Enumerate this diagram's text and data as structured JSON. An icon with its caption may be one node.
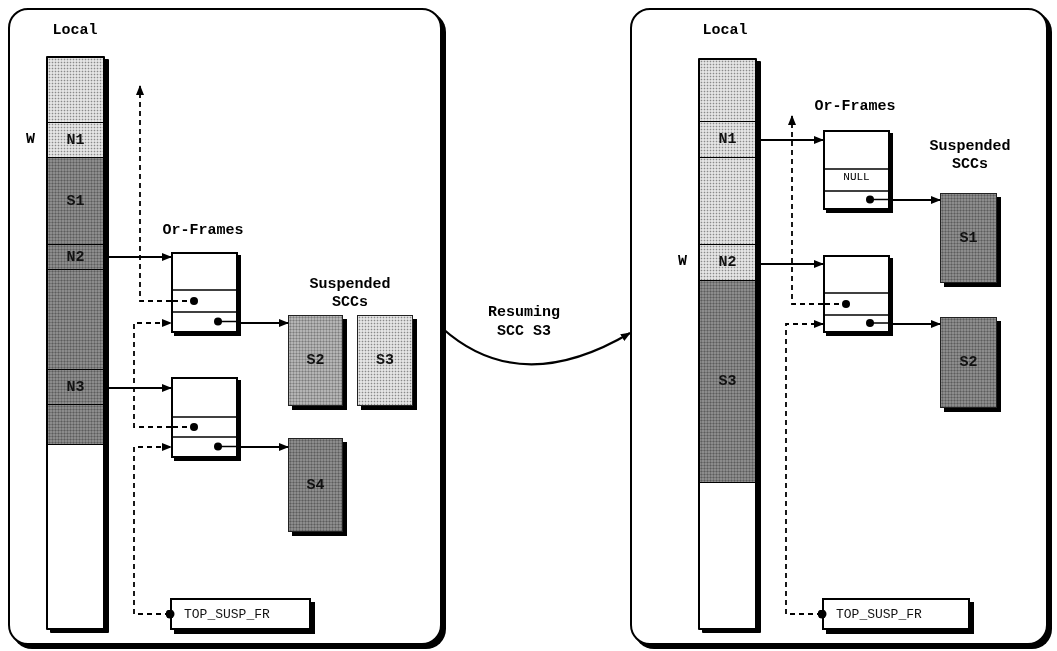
{
  "diagram": {
    "nodes": [
      {
        "text": [],
        "shape": "box"
      },
      {
        "text": [],
        "shape": "bar",
        "in": 0
      },
      {
        "text": [],
        "shape": "box",
        "in": 1
      },
      {
        "text": [
          "N1"
        ],
        "in": 1,
        "beside": [
          "W"
        ]
      },
      {
        "text": [
          "S1"
        ],
        "in": 1
      },
      {
        "text": [
          "N2"
        ],
        "in": 1
      },
      {
        "text": [],
        "shape": "box",
        "in": 1
      },
      {
        "text": [
          "N3"
        ],
        "in": 1
      },
      {
        "text": [],
        "shape": "box",
        "in": 1
      },
      {
        "text": [],
        "shape": "box",
        "in": 0
      },
      {
        "text": [
          "S2"
        ],
        "in": 0
      },
      {
        "text": [
          "S3"
        ],
        "in": 0
      },
      {
        "text": [],
        "shape": "box",
        "in": 0
      },
      {
        "text": [
          "S4"
        ],
        "in": 0
      },
      {
        "text": [
          "TOP_SUSP_FR"
        ],
        "in": 0
      },
      {
        "text": [],
        "shape": "box"
      },
      {
        "text": [],
        "shape": "bar",
        "in": 15
      },
      {
        "text": [],
        "shape": "box",
        "in": 16
      },
      {
        "text": [
          "N1"
        ],
        "in": 16
      },
      {
        "text": [],
        "shape": "box",
        "in": 16
      },
      {
        "text": [
          "N2"
        ],
        "in": 16,
        "beside": [
          "W"
        ]
      },
      {
        "text": [
          "S3"
        ],
        "in": 16
      },
      {
        "text": [
          "NULL"
        ],
        "in": 15
      },
      {
        "text": [
          "S1"
        ],
        "in": 15
      },
      {
        "text": [],
        "shape": "box",
        "in": 15
      },
      {
        "text": [
          "S2"
        ],
        "in": 15
      },
      {
        "text": [
          "TOP_SUSP_FR"
        ],
        "in": 15
      }
    ],
    "edges": [
      {
        "from": 5,
        "to": 9,
        "arrow": "to"
      },
      {
        "from": 7,
        "to": 12,
        "arrow": "to"
      },
      {
        "from": 9,
        "to": 10,
        "arrow": "to"
      },
      {
        "from": 12,
        "to": 13,
        "arrow": "to"
      },
      {
        "from": 14,
        "to": 12,
        "arrow": "to",
        "style": "dashed"
      },
      {
        "from": 12,
        "to": 9,
        "arrow": "to",
        "style": "dashed"
      },
      {
        "from": 9,
        "to": null,
        "arrow": "to",
        "style": "dashed"
      },
      {
        "from": 0,
        "to": 15,
        "arrow": "to",
        "label": "Resuming SCC S3"
      },
      {
        "from": 18,
        "to": 22,
        "arrow": "to"
      },
      {
        "from": 20,
        "to": 24,
        "arrow": "to"
      },
      {
        "from": 22,
        "to": 23,
        "arrow": "to"
      },
      {
        "from": 24,
        "to": 25,
        "arrow": "to"
      },
      {
        "from": 26,
        "to": 24,
        "arrow": "to",
        "style": "dashed"
      },
      {
        "from": 24,
        "to": null,
        "arrow": "to",
        "style": "dashed"
      }
    ],
    "labels": [
      "Local",
      "Or-Frames",
      "Suspended SCCs",
      "Local",
      "Or-Frames",
      "Suspended SCCs"
    ]
  }
}
